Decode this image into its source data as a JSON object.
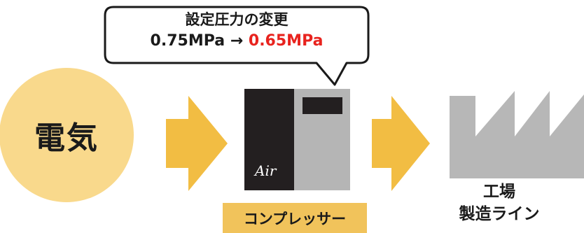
{
  "source": {
    "label": "電気"
  },
  "bubble": {
    "title": "設定圧力の変更",
    "old_value": "0.75MPa",
    "arrow": "→",
    "new_value": "0.65MPa"
  },
  "compressor": {
    "brand": "Air",
    "label": "コンプレッサー"
  },
  "destination": {
    "line1": "工場",
    "line2": "製造ライン"
  },
  "colors": {
    "circle": "#f9d98c",
    "arrow": "#f2bd43",
    "label_bg": "#f1c35b",
    "factory": "#b7b7b7",
    "compressor_dark": "#231f20",
    "compressor_light": "#b5b5b5",
    "highlight_text": "#e8231e"
  }
}
